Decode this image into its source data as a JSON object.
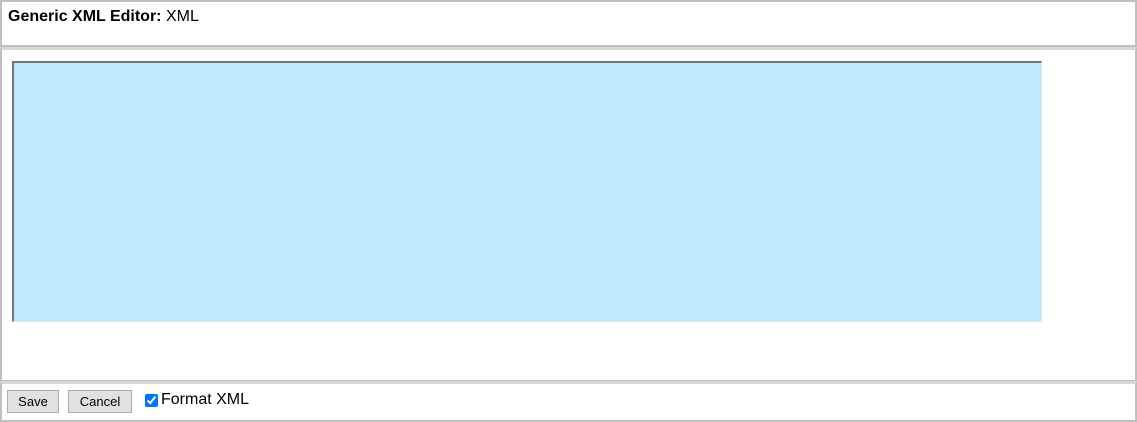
{
  "header": {
    "label": "Generic XML Editor:",
    "value": "XML"
  },
  "editor": {
    "content": "",
    "background_color": "#bfeafd"
  },
  "footer": {
    "save_label": "Save",
    "cancel_label": "Cancel",
    "format_checkbox": {
      "label": "Format XML",
      "checked": true
    }
  }
}
